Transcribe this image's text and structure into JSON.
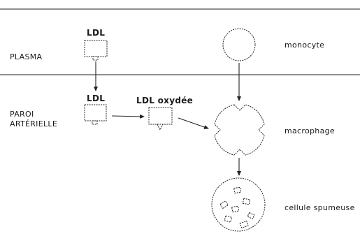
{
  "regions": {
    "plasma": "PLASMA",
    "wall_line1": "PAROI",
    "wall_line2": "ARTÉRIELLE"
  },
  "entities": {
    "ldl_plasma": "LDL",
    "ldl_wall": "LDL",
    "ldl_oxidized": "LDL oxydée",
    "monocyte": "monocyte",
    "macrophage": "macrophage",
    "foam_cell": "cellule spumeuse"
  }
}
